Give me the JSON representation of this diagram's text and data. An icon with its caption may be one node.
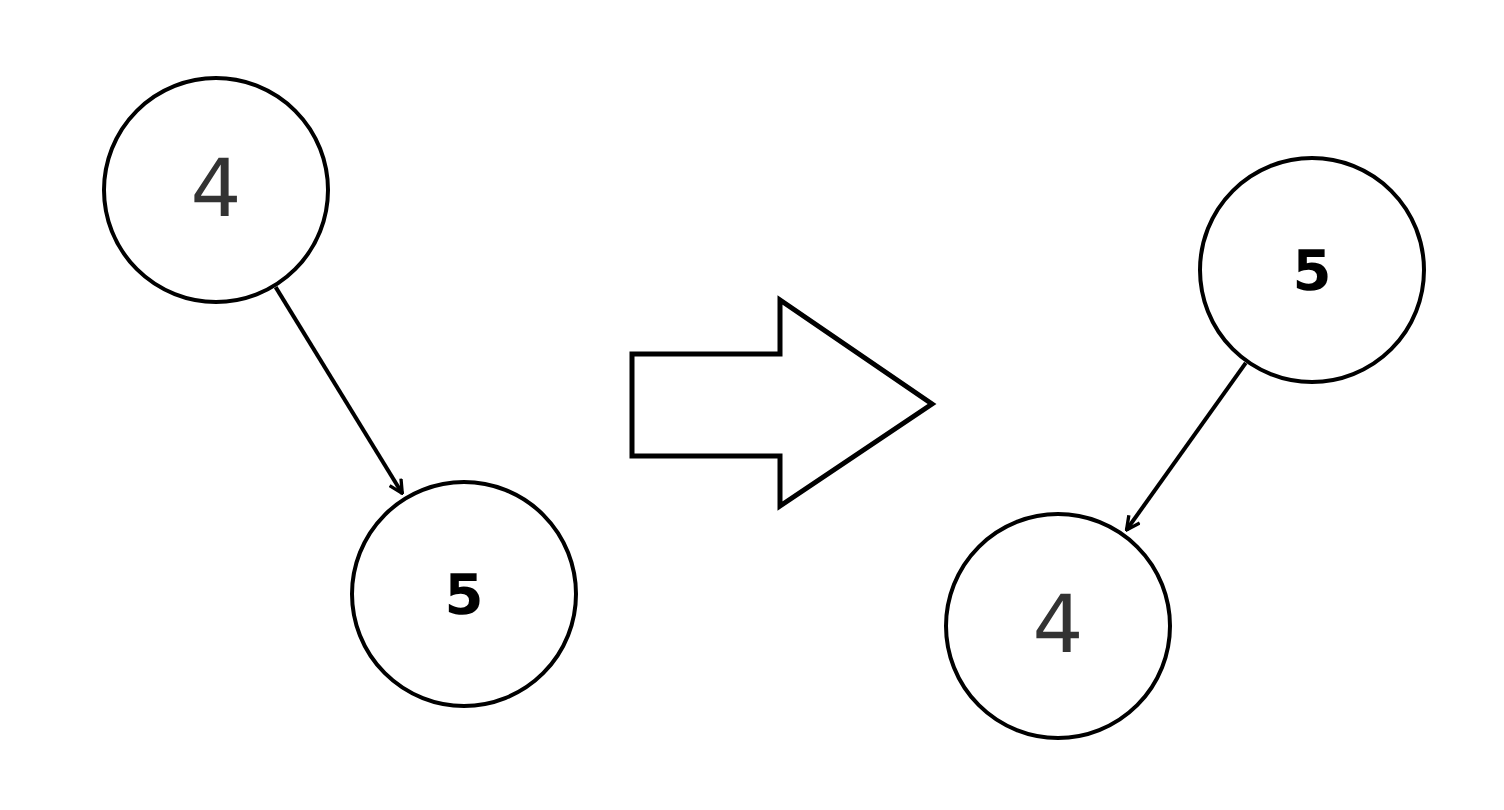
{
  "diagram": {
    "nodes": [
      {
        "text": [
          "4"
        ]
      },
      {
        "text": [
          "5"
        ]
      },
      {
        "text": [
          "5"
        ]
      },
      {
        "text": [
          "4"
        ]
      }
    ],
    "edges": [
      {
        "from": 0,
        "to": 1,
        "arrow": "to"
      },
      {
        "from": 2,
        "to": 3,
        "arrow": "to"
      }
    ]
  }
}
